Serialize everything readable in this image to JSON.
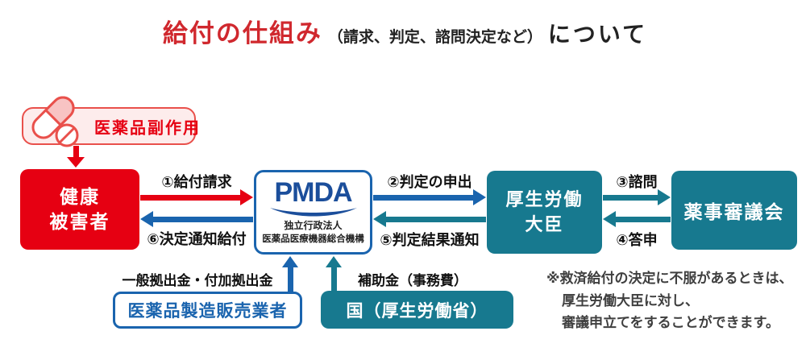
{
  "title": {
    "main": "給付の仕組み",
    "sub": "（請求、判定、諮問決定など）",
    "suffix": "について"
  },
  "badge": {
    "label": "医薬品副作用"
  },
  "nodes": {
    "victim": {
      "line1": "健康",
      "line2": "被害者"
    },
    "pmda": {
      "logo": "PMDA",
      "org_type": "独立行政法人",
      "org_name": "医薬品医療機器総合機構"
    },
    "mhlw": {
      "line1": "厚生労働",
      "line2": "大臣"
    },
    "council": {
      "label": "薬事審議会"
    },
    "manufacturer": {
      "label": "医薬品製造販売業者"
    },
    "government": {
      "label": "国（厚生労働省）"
    }
  },
  "flows": {
    "f1": "①給付請求",
    "f2": "②判定の申出",
    "f3": "③諮問",
    "f4": "④答申",
    "f5": "⑤判定結果通知",
    "f6": "⑥決定通知給付",
    "contribution": "一般拠出金・付加拠出金",
    "subsidy": "補助金（事務費）"
  },
  "note": {
    "line1": "※救済給付の決定に不服があるときは、",
    "line2": "厚生労働大臣に対し、",
    "line3": "審議申立てをすることができます。"
  },
  "colors": {
    "red": "#e60012",
    "title_red": "#d0282e",
    "blue": "#1a64ae",
    "teal": "#17798f",
    "pmda_blue": "#1b4e9b",
    "pink_bg": "#fdecec",
    "badge_border": "#e9504b",
    "note_text": "#3f3f3f"
  }
}
